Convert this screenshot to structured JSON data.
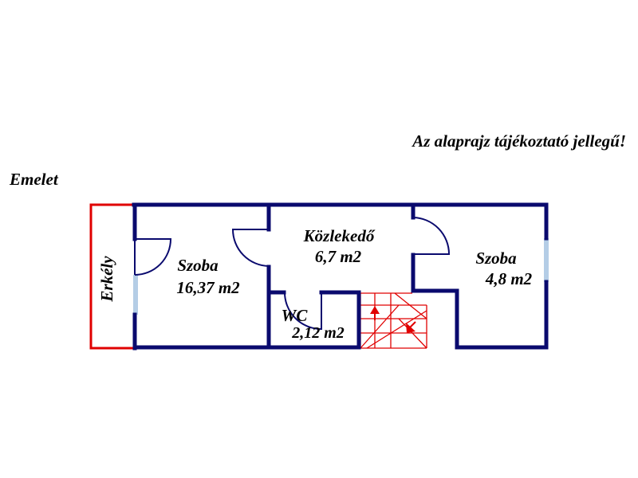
{
  "disclaimer": "Az alaprajz tájékoztató jellegű!",
  "floor_label": "Emelet",
  "rooms": [
    {
      "name": "Erkély",
      "area": ""
    },
    {
      "name": "Szoba",
      "area": "16,37 m2"
    },
    {
      "name": "Közlekedő",
      "area": "6,7 m2"
    },
    {
      "name": "WC",
      "area": "2,12 m2"
    },
    {
      "name": "Szoba",
      "area": "4,8 m2"
    }
  ],
  "colors": {
    "wall": "#0a0a6e",
    "balcony": "#e00000",
    "stairs": "#e00000",
    "window": "#b4cde6",
    "background": "#ffffff"
  },
  "icons": [
    "stairs-up-arrow-icon",
    "stairs-down-arrow-icon"
  ]
}
